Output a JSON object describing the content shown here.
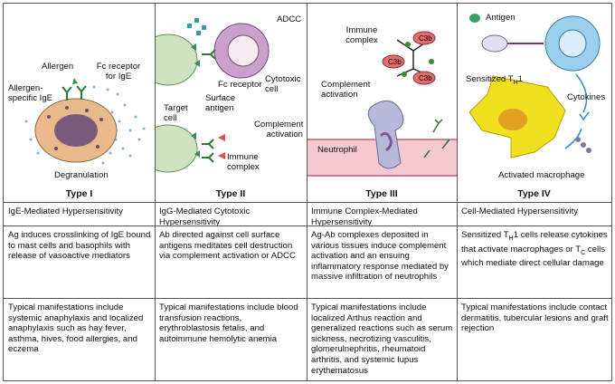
{
  "columns": [
    {
      "type": "Type I",
      "name": "IgE-Mediated Hypersensitivity",
      "mechanism": "Ag induces crosslinking of IgE bound to mast cells and basophils with release of vasoactive mediators",
      "manifestations": "Typical manifestations include systemic anaphylaxis and localized anaphylaxis such as hay fever, asthma, hives, food allergies, and eczema",
      "labels": {
        "allergen": "Allergen",
        "fc_receptor": "Fc receptor for IgE",
        "allergen_specific": "Allergen-specific IgE",
        "degranulation": "Degranulation"
      }
    },
    {
      "type": "Type II",
      "name": "IgG-Mediated Cytotoxic Hypersensitivity",
      "mechanism": "Ab directed against cell surface antigens meditates cell destruction via complement activation or ADCC",
      "manifestations": "Typical manifestations include blood transfusion reactions, erythroblastosis fetalis, and autoimmune hemolytic anemia",
      "labels": {
        "adcc": "ADCC",
        "cytotoxic": "Cytotoxic cell",
        "fc_receptor": "Fc receptor",
        "surface_antigen": "Surface antigen",
        "target_cell": "Target cell",
        "complement": "Complement activation",
        "immune_complex": "Immune complex"
      }
    },
    {
      "type": "Type III",
      "name": "Immune Complex-Mediated Hypersensitivity",
      "mechanism": "Ag-Ab complexes deposited in various tissues induce complement activation and an ensuing inflammatory response mediated by massive infiltration of neutrophils",
      "manifestations": "Typical manifestations include localized Arthus reaction and generalized reactions such as serum sickness, necrotizing vasculitis, glomerulnephritis, rheumatoid arthritis, and systemic lupus erythematosus",
      "labels": {
        "immune_complex": "Immune complex",
        "complement": "Complement activation",
        "neutrophil": "Neutrophil",
        "c3b": "C3b"
      }
    },
    {
      "type": "Type IV",
      "name": "Cell-Mediated Hypersensitivity",
      "mechanism_parts": [
        "Sensitized T",
        "H",
        "1 cells release cytokines that activate macrophages or T",
        "C",
        " cells which mediate direct cellular damage"
      ],
      "manifestations": "Typical manifestations include contact dermatitis, tubercular lesions and graft rejection",
      "labels": {
        "antigen": "Antigen",
        "sensitized": "Sensitized T",
        "sensitized_sub": "H",
        "sensitized_end": "1",
        "cytokines": "Cytokines",
        "macrophage": "Activated macrophage"
      }
    }
  ],
  "colors": {
    "mast": "#e8b98a",
    "cytotoxic": "#c9a0c9",
    "vessel": "#f4c9d2",
    "tcell": "#9ad0ee",
    "macrophage": "#f0e020",
    "antibody": "#2a7a3a",
    "arrow": "#2a8ad0"
  }
}
